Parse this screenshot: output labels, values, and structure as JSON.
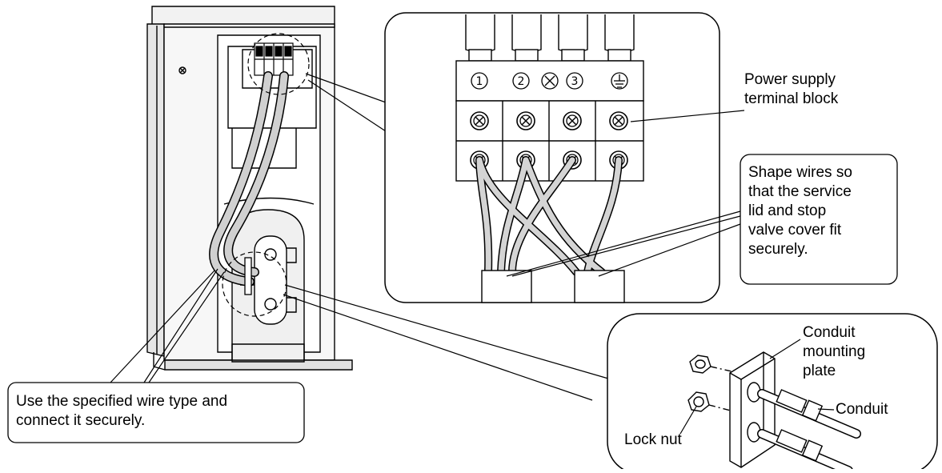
{
  "callouts": {
    "wire_type": "Use the specified wire type and\nconnect it securely.",
    "shape_wires": "Shape wires so\nthat the service\nlid and stop\nvalve cover fit\nsecurely."
  },
  "labels": {
    "power_supply_terminal_block": "Power supply\nterminal block",
    "conduit_mounting_plate": "Conduit\nmounting\nplate",
    "conduit": "Conduit",
    "lock_nut": "Lock nut"
  },
  "terminals": {
    "t1": "1",
    "t2": "2",
    "t3": "3"
  },
  "colors": {
    "line": "#000000",
    "wire_fill": "#cccccc",
    "unit_fill": "#e6e6e6",
    "background": "#ffffff"
  }
}
